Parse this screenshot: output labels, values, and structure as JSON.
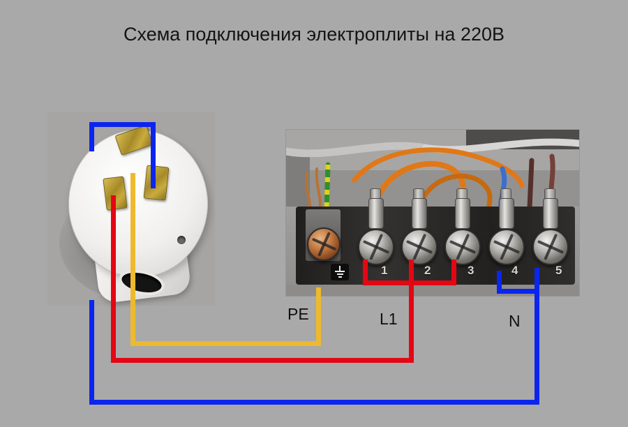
{
  "title": "Схема подключения электроплиты на 220В",
  "canvas": {
    "background": "#a9a9a9"
  },
  "wires": {
    "pe": {
      "label": "PE",
      "color": "#edb92e"
    },
    "l1": {
      "label": "L1",
      "color": "#e30613"
    },
    "n": {
      "label": "N",
      "color": "#0b24ee"
    }
  },
  "terminal_block": {
    "numbers": [
      "1",
      "2",
      "3",
      "4",
      "5"
    ],
    "ground_symbol": "⏚",
    "jumpers": [
      {
        "terminals": "1-2-3",
        "wire": "L1"
      },
      {
        "terminals": "4-5",
        "wire": "N"
      }
    ]
  },
  "photo_wires": {
    "orange": "#e07818",
    "orange_dark": "#c66a12",
    "green_earth": "#2f8f2f",
    "yellow_stripe": "#e0d020",
    "blue_neutral": "#3a6fd0",
    "brown_dark": "#53302a",
    "brown_light": "#744038",
    "copper": "#b87333",
    "gray_cable": "#c6c4c2",
    "white_cable": "#d8d6d4"
  }
}
